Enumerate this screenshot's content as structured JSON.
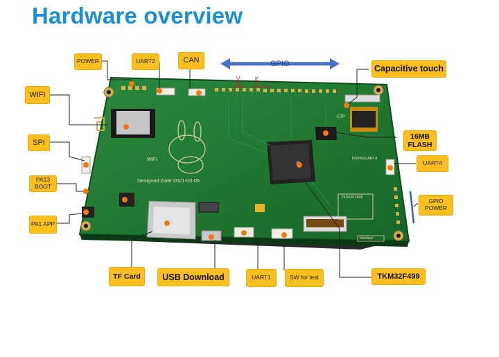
{
  "title": "Hardware overview",
  "gpio_arrow_label": "GPIO",
  "adc_label": "ADC",
  "spi_pin_label": "SPI",
  "pcb": {
    "designed_date": "Designed Date:2021-03-05",
    "wifi_silk": "WiFi",
    "rs485_silk": "RS485/UART4",
    "model_silk": "TK043F1168",
    "ctp_silk": "CTP",
    "interface_silk": "Interface"
  },
  "callouts": {
    "power": "POWER",
    "uart2": "UART2",
    "can": "CAN",
    "capacitive_touch": "Capacitive touch",
    "wifi": "WIFI",
    "spi": "SPI",
    "flash": "16MB FLASH",
    "uart4": "UART4",
    "pa13_boot": "PA13 BOOT",
    "gpio_power": "GPIO POWER",
    "pa1_app": "PA1 APP",
    "tf_card": "TF Card",
    "usb_download": "USB Download",
    "uart1": "UART1",
    "sw_for_test": "SW for test",
    "tkm32": "TKM32F499"
  },
  "colors": {
    "title": "#1a8fd6",
    "callout": "#fbbf1e",
    "pcb_green": "#1d7a33",
    "leader": "#222222",
    "pointer_dot": "#f07a14",
    "gpio_arrow": "#4a72c4"
  }
}
